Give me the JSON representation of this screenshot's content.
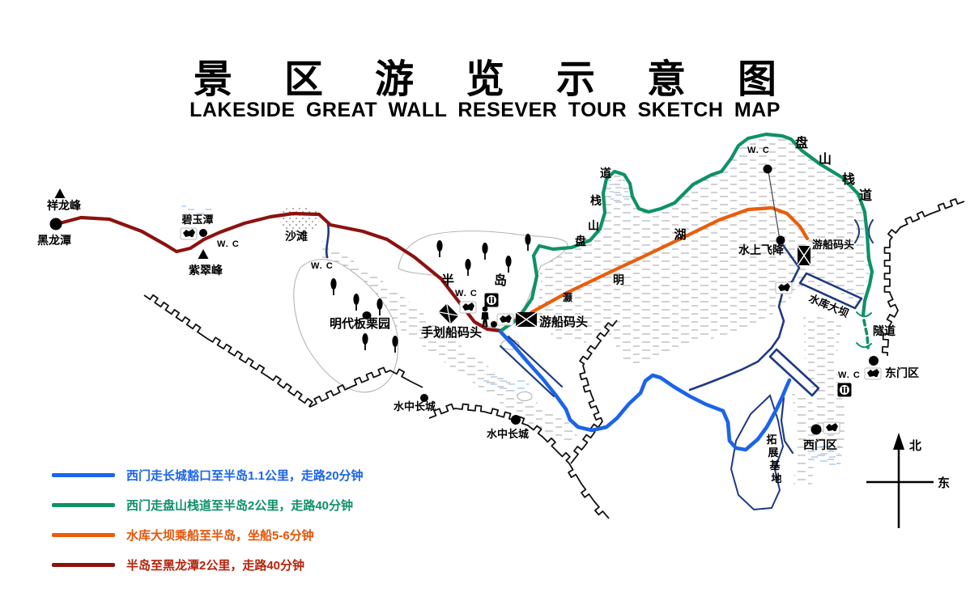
{
  "title": {
    "zh": "景区游览示意图",
    "en": "LAKESIDE GREAT WALL RESEVER TOUR SKETCH MAP"
  },
  "colors": {
    "route_blue": "#1C64E8",
    "route_green": "#0E9168",
    "route_orange": "#EA5D0B",
    "route_darkred": "#8C1210",
    "river_navy": "#1E3A80"
  },
  "map": {
    "labels": {
      "xianglongfeng": "祥龙峰",
      "heilongtan": "黑龙潭",
      "biyutan": "碧玉潭",
      "zicuifeng": "紫翠峰",
      "beach": "沙滩",
      "orchard": "明代板栗园",
      "peninsula_1": "半",
      "peninsula_2": "岛",
      "rowboat_dock": "手划船码头",
      "boat_dock": "游船码头",
      "boat_dock_right": "游船码头",
      "zipline": "水上飞降",
      "underwater_wall": "水中长城",
      "tunnel": "隧道",
      "east_gate": "东门区",
      "west_gate": "西门区",
      "dam": "水库大坝",
      "wc": "W. C",
      "north": "北",
      "east": "东"
    },
    "chars": {
      "expand_base": [
        "拓",
        "展",
        "基",
        "地"
      ],
      "trail_left": [
        "道",
        "栈",
        "山",
        "盘"
      ],
      "trail_right": [
        "盘",
        "山",
        "栈",
        "道"
      ],
      "lake": [
        "灏",
        "明",
        "湖"
      ]
    }
  },
  "legend": {
    "items": [
      {
        "name": "route-westgate-wallgap",
        "color": "#1C64E8",
        "label": "西门走长城豁口至半岛1.1公里，走路20分钟"
      },
      {
        "name": "route-westgate-plankway",
        "color": "#0E9168",
        "label": "西门走盘山栈道至半岛2公里，走路40分钟"
      },
      {
        "name": "route-dam-boat",
        "color": "#EA5D0B",
        "label": "水库大坝乘船至半岛，坐船5-6分钟"
      },
      {
        "name": "route-peninsula-heilongtan",
        "color": "#8C1210",
        "label": "半岛至黑龙潭2公里，走路40分钟"
      }
    ]
  }
}
